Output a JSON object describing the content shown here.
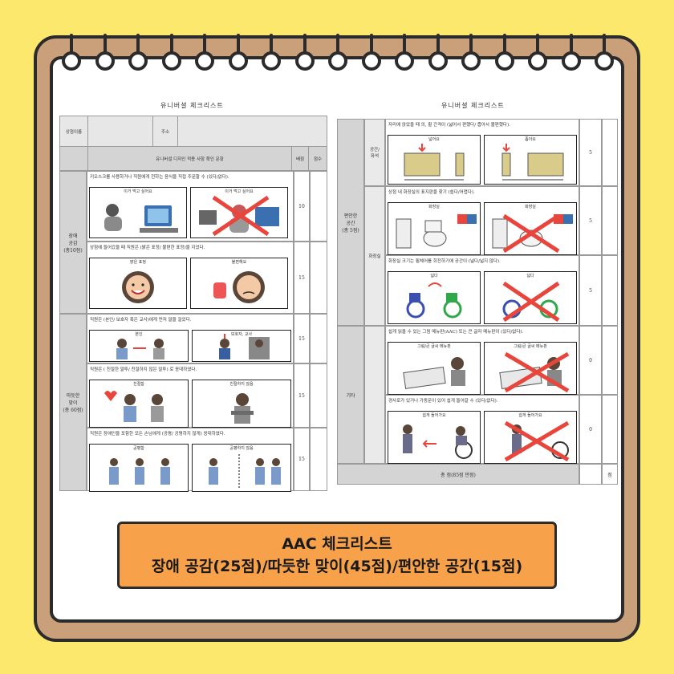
{
  "banner": {
    "line1": "AAC 체크리스트",
    "line2": "장애 공감(25점)/따듯한 맞이(45점)/편안한 공간(15점)"
  },
  "left_doc": {
    "title": "유니버셜 체크리스트",
    "store_name_label": "상점이름",
    "address_label": "주소",
    "header_item": "유니버셜 디자인 적용 사항 확인 문항",
    "header_points": "배점",
    "header_score": "점수",
    "sections": [
      {
        "name": "장애\n공감\n(총10점)",
        "items": [
          {
            "text": "키오스크를 사용하거나 직원에게 전하는 음식을 직접 주문할 수 (있다/없다).",
            "points": "10",
            "pic_a": "이거 먹고 싶어요",
            "pic_b": "이거 먹고 싶어요"
          },
          {
            "text": "상점에 들어갔을 때 직원은 (밝은 표정/ 불편한 표정)을 지었다.",
            "points": "15",
            "pic_a": "밝은 표정",
            "pic_b": "불편해요"
          }
        ]
      },
      {
        "name": "따듯한\n맞이\n(총 60점)",
        "items": [
          {
            "text": "직원은 (본인/ 보호자 혹은 교사)에게 먼저 말을 걸었다.",
            "points": "15",
            "pic_a": "본인",
            "pic_b": "보호자, 교사"
          },
          {
            "text": "직원은 ( 친절한 말투/ 친절하지 않은 말투) 로 응대하였다.",
            "points": "15",
            "pic_a": "친절함",
            "pic_b": "친절하지 않음"
          },
          {
            "text": "직원은 장애인을 포함한 모든 손님에게 (공평/ 공평하지 않게) 응대하였다.",
            "points": "15",
            "pic_a": "공평함",
            "pic_b": "공평하지 않음"
          }
        ]
      }
    ]
  },
  "right_doc": {
    "title": "유니버셜 체크리스트",
    "section_name": "편안한\n공간\n(총 5점)",
    "etc_name": "기타",
    "sub_space": "공간/\n좌석",
    "sub_toilet": "화장실",
    "items": [
      {
        "text": "자리에 앉았을 때 의, 휠 간격이 (넓어서 편했다/ 좁아서 불편했다).",
        "points": "5",
        "pic_a": "넓어요",
        "pic_b": "좁아요"
      },
      {
        "text": "상점 내 화장실의 표지판을 찾기 (쉽다/어렵다).",
        "points": "5",
        "pic_a": "화장실",
        "pic_b": "화장실"
      },
      {
        "text": "화장실 크기는 휠체어를 회전하기에 공간이 (넓다/넓지 않다).",
        "points": "5",
        "pic_a": "넓다",
        "pic_b": "넓다"
      },
      {
        "text": "쉽게 읽을 수 있는 그림 메뉴판(AAC) 또는 큰 글자 메뉴판이 (있다/없다).",
        "points": "0",
        "pic_a": "그림/큰 글씨 메뉴판",
        "pic_b": "그림/큰 글씨 메뉴판"
      },
      {
        "text": "경사로가 있거나 가동문이 있어 쉽게 들어갈 수 (있다/없다).",
        "points": "0",
        "pic_a": "쉽게 들어가요",
        "pic_b": "쉽게 들어가요"
      }
    ],
    "total_label": "총 점(85점 만점)",
    "total_score": "점"
  },
  "colors": {
    "background": "#fde86e",
    "frame": "#c9a07a",
    "banner": "#f7a24a",
    "cross": "#e8463c"
  }
}
